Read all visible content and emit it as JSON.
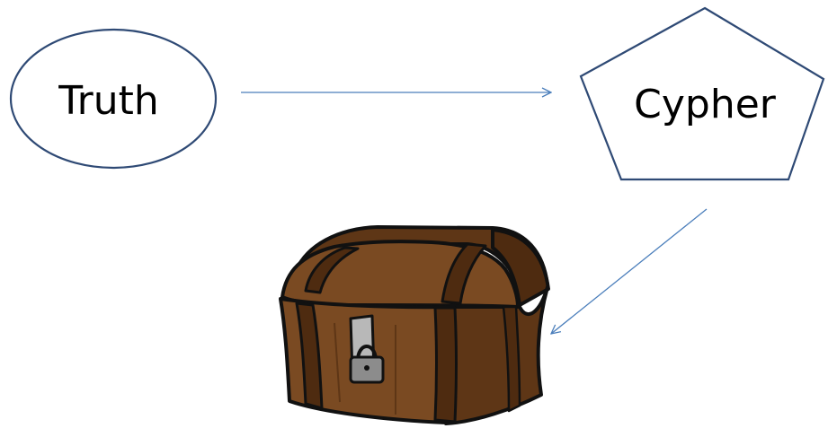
{
  "diagram": {
    "nodes": [
      {
        "id": "truth",
        "shape": "ellipse",
        "label": "Truth"
      },
      {
        "id": "cypher",
        "shape": "pentagon",
        "label": "Cypher"
      },
      {
        "id": "chest",
        "shape": "image",
        "icon": "treasure-chest-icon",
        "lock_icon": "padlock-icon"
      }
    ],
    "edges": [
      {
        "from": "truth",
        "to": "cypher"
      },
      {
        "from": "cypher",
        "to": "chest"
      }
    ]
  },
  "colors": {
    "shape_stroke": "#2F4A75",
    "arrow": "#4A7EBB",
    "wood": "#7A4A22",
    "wood_dark": "#4E2B10",
    "wood_light": "#9A6232",
    "lock": "#8C8C8C"
  }
}
